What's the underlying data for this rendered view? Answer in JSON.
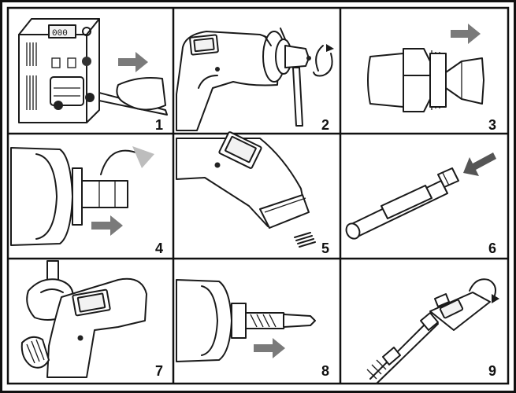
{
  "panels": [
    {
      "step": "1",
      "icon": "power-supply-screwdriver-icon"
    },
    {
      "step": "2",
      "icon": "torch-nozzle-rotate-icon"
    },
    {
      "step": "3",
      "icon": "nozzle-cup-separate-icon"
    },
    {
      "step": "4",
      "icon": "nozzle-twist-off-icon"
    },
    {
      "step": "5",
      "icon": "torch-spring-icon"
    },
    {
      "step": "6",
      "icon": "electrode-insert-icon"
    },
    {
      "step": "7",
      "icon": "torch-assembled-icon"
    },
    {
      "step": "8",
      "icon": "electrode-install-icon"
    },
    {
      "step": "9",
      "icon": "torch-cable-rotate-icon"
    }
  ],
  "colors": {
    "line": "#1a1a1a",
    "arrow": "#7a7a7a",
    "background": "#ffffff"
  }
}
